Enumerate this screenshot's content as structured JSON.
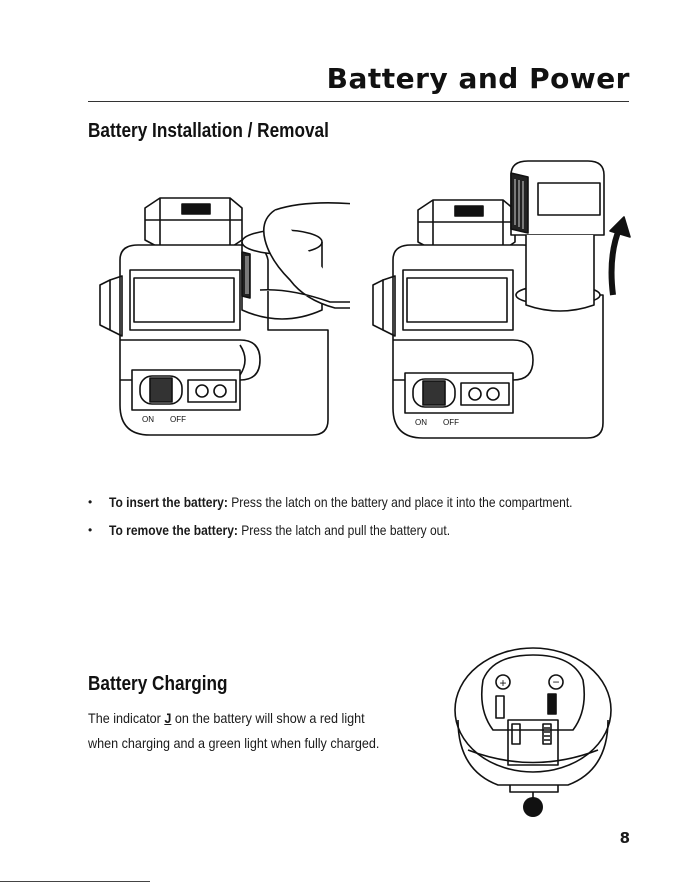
{
  "header": {
    "title": "Battery and Power"
  },
  "installation": {
    "heading": "Battery Installation / Removal",
    "bullets": [
      {
        "bold": "To insert the battery:",
        "text": " Press the latch on the battery and place it into the compartment."
      },
      {
        "bold": "To remove the battery:",
        "text": " Press the latch and pull the battery out."
      }
    ],
    "switch_labels": [
      "ON",
      "OFF"
    ]
  },
  "charging": {
    "heading": "Battery Charging",
    "line1_before": "The indicator ",
    "indicator_letter": "J",
    "line1_after": " on the battery will show a red light",
    "line2": "when charging and a green light when fully charged.",
    "terminal_plus": "+",
    "terminal_minus": "−"
  },
  "footer": {
    "page_number": "8"
  }
}
